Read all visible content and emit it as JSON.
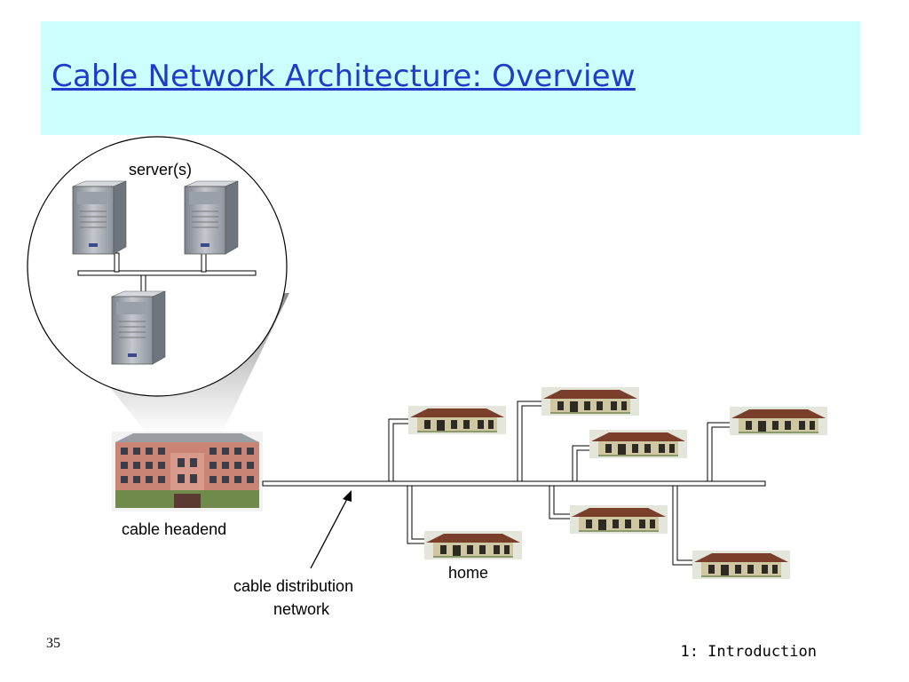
{
  "slide": {
    "title": "Cable Network Architecture: Overview",
    "slide_number": "35",
    "footer": "1: Introduction"
  },
  "diagram": {
    "labels": {
      "servers": "server(s)",
      "headend": "cable headend",
      "home": "home",
      "distribution_line1": "cable distribution",
      "distribution_line2": "network"
    },
    "colors": {
      "banner": "#ccffff",
      "title": "#1f3cc8",
      "cable": "#000000",
      "server_body": "#a9aeb5",
      "headend_brick": "#c98476",
      "house_roof": "#7a3f2a",
      "house_wall": "#cfc7a2"
    },
    "icons": [
      "server-icon",
      "office-building-icon",
      "house-icon"
    ]
  }
}
